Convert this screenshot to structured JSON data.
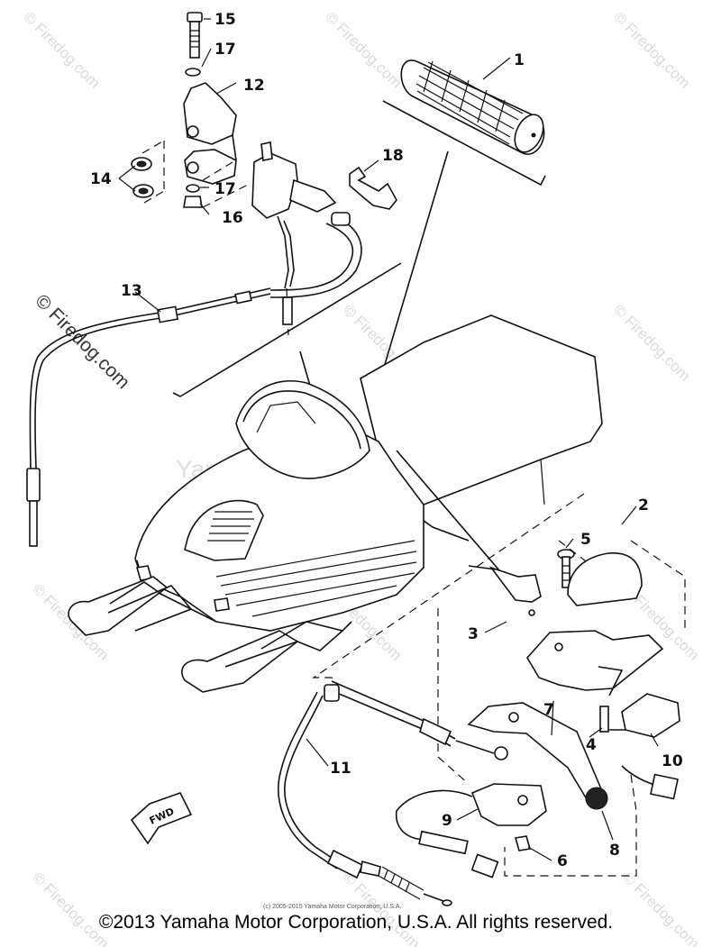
{
  "watermark": {
    "site": "© Firedog.com",
    "center": "Yamaha Motor Corp, U.S.A"
  },
  "callouts": [
    "1",
    "2",
    "3",
    "4",
    "5",
    "6",
    "7",
    "8",
    "9",
    "10",
    "11",
    "12",
    "13",
    "14",
    "15",
    "16",
    "17",
    "17",
    "18"
  ],
  "fwd_label": "FWD",
  "inner_copyright": "(c) 2005-2015 Yamaha Motor Corporation, U.S.A.",
  "footer_copyright": "©2013 Yamaha Motor Corporation, U.S.A. All rights reserved."
}
